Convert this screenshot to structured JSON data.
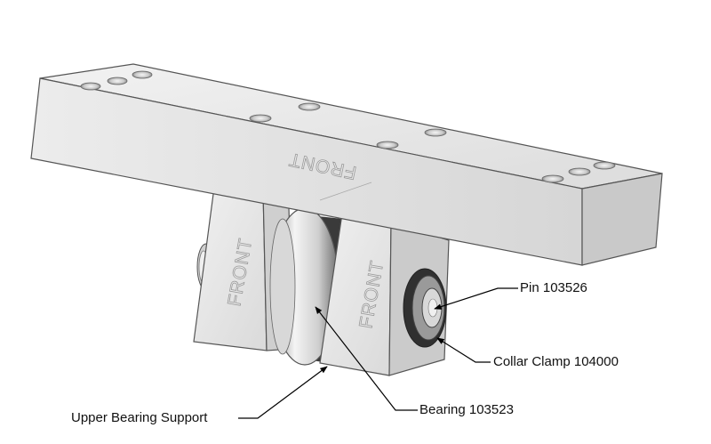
{
  "engraving": {
    "bar_text": "FRONT",
    "left_support_text": "FRONT",
    "right_support_text": "FRONT"
  },
  "callouts": {
    "pin": "Pin 103526",
    "collar_clamp": "Collar Clamp 104000",
    "bearing": "Bearing 103523",
    "upper_bearing_support": "Upper Bearing Support"
  },
  "colors": {
    "background": "#ffffff",
    "part_light": "#eeeeee",
    "part_mid": "#d4d4d4",
    "part_dark": "#9e9e9e",
    "outline": "#555555",
    "leader": "#000000"
  }
}
